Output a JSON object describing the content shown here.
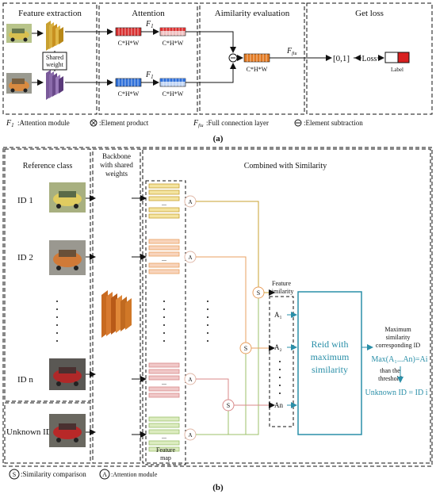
{
  "part_a": {
    "panels": {
      "feature_extraction": "Feature extraction",
      "attention": "Attention",
      "similarity_evaluation": "Aimilarity evaluation",
      "get_loss": "Get loss"
    },
    "shared_weight": [
      "Shared",
      "weight"
    ],
    "tensor_label": "C*H*W",
    "f1_symbol": "F",
    "f1_sub": "1",
    "ffu_symbol": "F",
    "ffu_sub": "fiu",
    "range_label": "[0,1]",
    "loss_label": "Loss",
    "label_text": "Label",
    "legend": {
      "attention_module": ":Attention module",
      "element_product": ":Element product",
      "full_connection": ":Full connection layer",
      "element_subtraction": ":Element subtraction"
    },
    "caption": "(a)"
  },
  "part_b": {
    "reference_class": "Reference class",
    "backbone": [
      "Backbone",
      "with shared",
      "weights"
    ],
    "combined": "Combined with Similarity",
    "ids": [
      "ID 1",
      "ID 2",
      "ID n"
    ],
    "unknown_id": "Unknown ID",
    "feature_map": [
      "Feature",
      "map"
    ],
    "feature_similarity": [
      "Feature",
      "similarity"
    ],
    "a_labels": [
      "A₁",
      "A₂",
      "An"
    ],
    "reid_box": [
      "Reid with",
      "maximum",
      "similarity"
    ],
    "max_similarity": [
      "Maximum",
      "similarity",
      "corresponding ID"
    ],
    "max_formula": "Max(A₁...An)=Ai",
    "than_threshold": "than the",
    "threshold": "threshold",
    "unknown_result": "Unknown ID = ID i",
    "similarity_symbol": "S",
    "attention_symbol": "A",
    "legend": {
      "similarity_comparison": ":Similarity comparison",
      "attention_module": ":Attention module"
    },
    "caption": "(b)"
  },
  "colors": {
    "gold": "#c8a030",
    "orange": "#e8a060",
    "pink": "#d98a8a",
    "green": "#9cc06a",
    "teal": "#2a8fa8"
  }
}
